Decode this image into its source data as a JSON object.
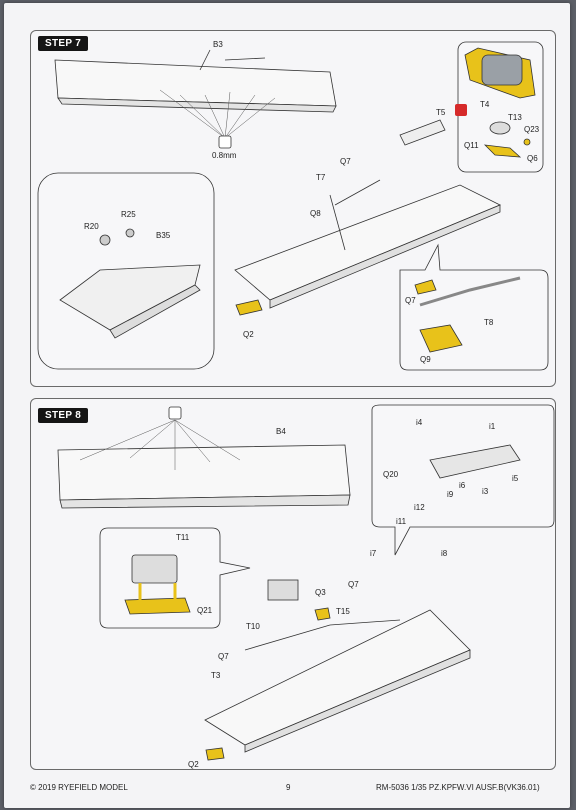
{
  "step7": {
    "badge": "STEP 7",
    "labels": {
      "B3": "B3",
      "mm": "0.8mm",
      "T5": "T5",
      "T4": "T4",
      "T13": "T13",
      "Q23": "Q23",
      "Q11": "Q11",
      "Q6": "Q6",
      "Q7": "Q7",
      "T7": "T7",
      "Q8": "Q8",
      "R20": "R20",
      "R25": "R25",
      "B35": "B35",
      "Q2": "Q2",
      "Q7b": "Q7",
      "T8": "T8",
      "Q9": "Q9"
    }
  },
  "step8": {
    "badge": "STEP 8",
    "labels": {
      "B4": "B4",
      "i4": "i4",
      "i1": "i1",
      "Q20": "Q20",
      "i6": "i6",
      "i3": "i3",
      "i5": "i5",
      "i9": "i9",
      "i12": "i12",
      "i11": "i11",
      "T11": "T11",
      "Q21": "Q21",
      "i7": "i7",
      "i8": "i8",
      "Q3": "Q3",
      "Q7": "Q7",
      "T15": "T15",
      "T10": "T10",
      "Q7b": "Q7",
      "T3": "T3",
      "Q2": "Q2"
    }
  },
  "footer": {
    "copyright": "© 2019 RYEFIELD MODEL",
    "page_number": "9",
    "product": "RM-5036 1/35  PZ.KPFW.VI AUSF.B(VK36.01)"
  },
  "colors": {
    "highlight_part": "#e8c21a",
    "cement_icon": "#d62a2a"
  }
}
